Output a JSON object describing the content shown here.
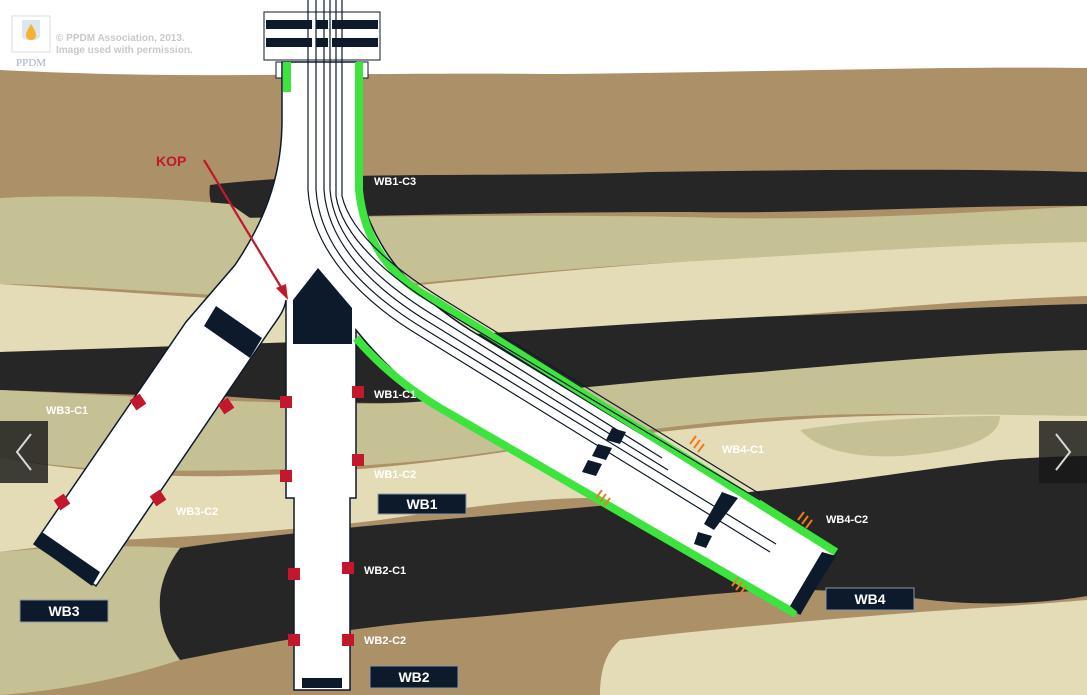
{
  "copyright": {
    "line1": "© PPDM Association, 2013.",
    "line2": "Image used with permission.",
    "logo_text": "PPDM"
  },
  "kop_label": "KOP",
  "wellbores": {
    "wb1": "WB1",
    "wb2": "WB2",
    "wb3": "WB3",
    "wb4": "WB4"
  },
  "completions": {
    "wb1_c1": "WB1-C1",
    "wb1_c2": "WB1-C2",
    "wb1_c3": "WB1-C3",
    "wb2_c1": "WB2-C1",
    "wb2_c2": "WB2-C2",
    "wb3_c1": "WB3-C1",
    "wb3_c2": "WB3-C2",
    "wb4_c1": "WB4-C1",
    "wb4_c2": "WB4-C2"
  },
  "navigation": {
    "prev_icon": "chevron-left-icon",
    "next_icon": "chevron-right-icon"
  },
  "colors": {
    "tubing_green": "#3ee43e",
    "perforation_red": "#c3172d",
    "label_box": "#0d1a2b",
    "dark_layer": "#262626",
    "brown_layer": "#ac9068",
    "khaki_layer": "#c6c095",
    "cream_layer": "#e4dcb6"
  }
}
